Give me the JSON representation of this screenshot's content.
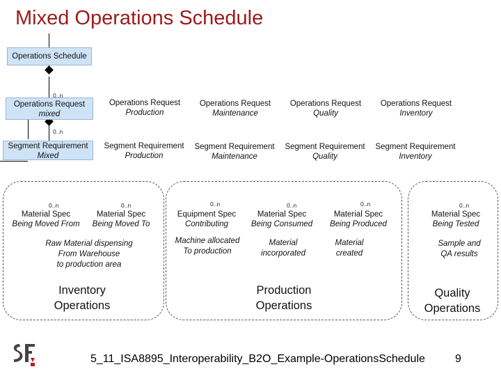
{
  "title": "Mixed Operations Schedule",
  "schedule_box": "Operations Schedule",
  "multiplicity": "0..n",
  "request_row": [
    {
      "line1": "Operations Request",
      "line2": "mixed"
    },
    {
      "line1": "Operations Request",
      "line2": "Production"
    },
    {
      "line1": "Operations Request",
      "line2": "Maintenance"
    },
    {
      "line1": "Operations Request",
      "line2": "Quality"
    },
    {
      "line1": "Operations Request",
      "line2": "Inventory"
    }
  ],
  "segment_row": [
    {
      "line1": "Segment Requirement",
      "line2": "Mixed"
    },
    {
      "line1": "Segment Requirement",
      "line2": "Production"
    },
    {
      "line1": "Segment Requirement",
      "line2": "Maintenance"
    },
    {
      "line1": "Segment Requirement",
      "line2": "Quality"
    },
    {
      "line1": "Segment Requirement",
      "line2": "Inventory"
    }
  ],
  "spec_row": [
    {
      "line1": "Material Spec",
      "line2": "Being Moved From"
    },
    {
      "line1": "Material Spec",
      "line2": "Being Moved To"
    },
    {
      "line1": "Equipment Spec",
      "line2": "Contributing"
    },
    {
      "line1": "Material Spec",
      "line2": "Being Consumed"
    },
    {
      "line1": "Material Spec",
      "line2": "Being Produced"
    },
    {
      "line1": "Material Spec",
      "line2": "Being Tested"
    }
  ],
  "notes": {
    "raw_material": [
      "Raw Material dispensing",
      "From Warehouse",
      "to production area"
    ],
    "machine": [
      "Machine allocated",
      "To production"
    ],
    "incorporated": [
      "Material",
      "incorporated"
    ],
    "created": [
      "Material",
      "created"
    ],
    "sample": [
      "Sample and",
      "QA results"
    ]
  },
  "groups": {
    "inventory": [
      "Inventory",
      "Operations"
    ],
    "production": [
      "Production",
      "Operations"
    ],
    "quality": [
      "Quality",
      "Operations"
    ]
  },
  "footer": "5_11_ISA8895_Interoperability_B2O_Example-OperationsSchedule",
  "page_number": "9",
  "colors": {
    "title": "#9b1b1b",
    "highlight": "#cfe3f7"
  }
}
